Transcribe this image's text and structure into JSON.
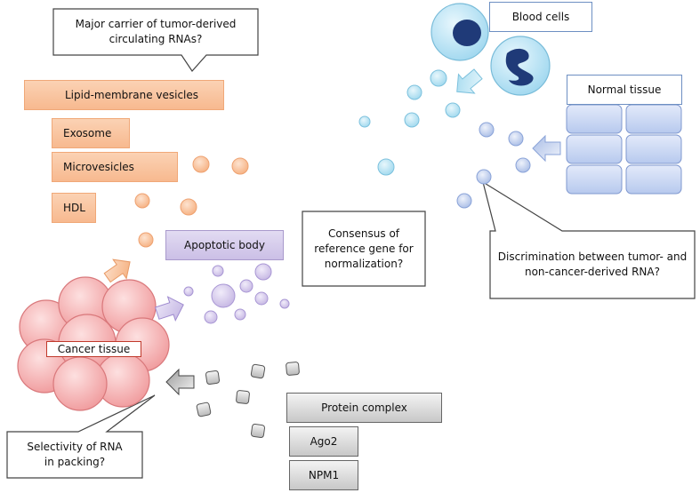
{
  "callouts": {
    "major_carrier": "Major carrier of tumor-derived\ncirculating RNAs?",
    "consensus": "Consensus  of\nreference gene for\nnormalization?",
    "discrimination": "Discrimination between tumor- and\nnon-cancer-derived RNA?",
    "selectivity": "Selectivity of RNA\nin packing?"
  },
  "vesicles": {
    "header": "Lipid-membrane vesicles",
    "items": [
      "Exosome",
      "Microvesicles",
      "HDL"
    ],
    "apoptotic_body": "Apoptotic body"
  },
  "labels": {
    "blood_cells": "Blood cells",
    "normal_tissue": "Normal tissue",
    "cancer_tissue": "Cancer tissue"
  },
  "protein": {
    "header": "Protein complex",
    "items": [
      "Ago2",
      "NPM1"
    ]
  },
  "colors": {
    "orange": "#f7b98f",
    "purple": "#cbbfe6",
    "blue_cell": "#aedff0",
    "tissue_blue": "#c9d8f3",
    "cancer_pink": "#f4a9ab",
    "gray": "#c8c8c8"
  }
}
